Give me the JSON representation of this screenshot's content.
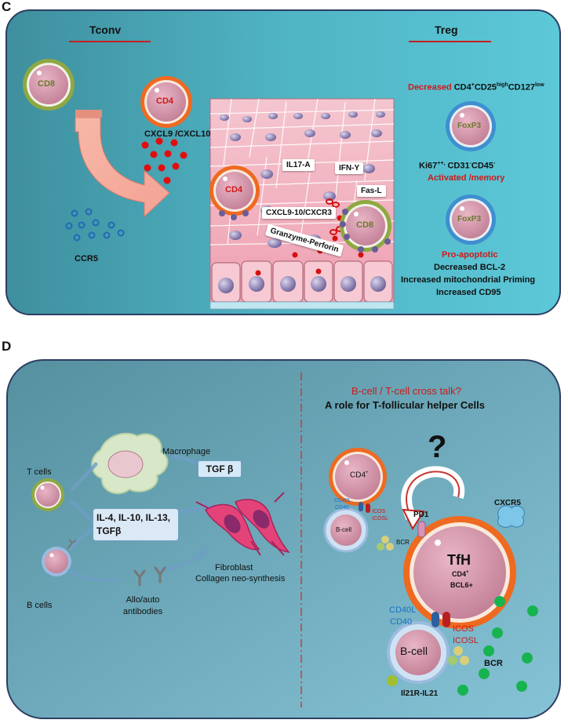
{
  "panel_c": {
    "letter": "C",
    "tconv_title": "Tconv",
    "treg_title": "Treg",
    "cd8_cell": "CD8",
    "cd4_cell": "CD4",
    "cxcl_label": "CXCL9 /CXCL10",
    "ccr5_label": "CCR5",
    "tissue": {
      "cd4_cell": "CD4",
      "cd8_cell": "CD8",
      "il17a": "IL17-A",
      "ifn": "IFN-Y",
      "fasl": "Fas-L",
      "cxcl_cxcr3": "CXCL9-10/CXCR3",
      "granzyme": "Granzyme-Perforin"
    },
    "treg": {
      "decreased_word": "Decreased",
      "phenotype_cd4": "CD4",
      "phenotype_cd4_sup": "+",
      "phenotype_cd25": "CD25",
      "phenotype_cd25_sup": "high",
      "phenotype_cd127": "CD127",
      "phenotype_cd127_sup": "low",
      "foxp3_1": "FoxP3",
      "ki67": "Ki67",
      "ki67_sup": "++,",
      "cd31": "CD31",
      "cd31_sup": "-",
      "cd45": "CD45",
      "cd45_sup": "-",
      "activated": "Activated /memory",
      "foxp3_2": "FoxP3",
      "pro_apoptotic": "Pro-apoptotic",
      "bcl2": "Decreased BCL-2",
      "mito": "Increased mitochondrial Priming",
      "cd95": "Increased CD95"
    }
  },
  "panel_d": {
    "letter": "D",
    "cross_talk": "B-cell / T-cell cross talk?",
    "tfh_role": "A role for T-follicular helper Cells",
    "macrophage": "Macrophage",
    "t_cells": "T cells",
    "b_cells": "B cells",
    "tgf": "TGF β",
    "cytokines": "IL-4, IL-10, IL-13, TGFβ",
    "allo_auto": "Allo/auto antibodies",
    "fibroblast": "Fibroblast",
    "collagen": "Collagen neo-synthesis",
    "question_mark": "?",
    "small": {
      "cd4": "CD4",
      "cd4_sup": "+",
      "cd40l": "CD40L",
      "cd40": "CD40",
      "icos": "ICOS",
      "icosl": "ICOSL",
      "bcell": "B-cell",
      "bcr": "BCR"
    },
    "pd1": "PD1",
    "cxcr5": "CXCR5",
    "tfh": "TfH",
    "tfh_cd4": "CD4",
    "tfh_cd4_sup": "+",
    "bcl6": "BCL6+",
    "big": {
      "cd40l": "CD40L",
      "cd40": "CD40",
      "icos": "ICOS",
      "icosl": "ICOSL",
      "bcell": "B-cell",
      "bcr": "BCR",
      "il21": "Il21R-IL21"
    }
  }
}
